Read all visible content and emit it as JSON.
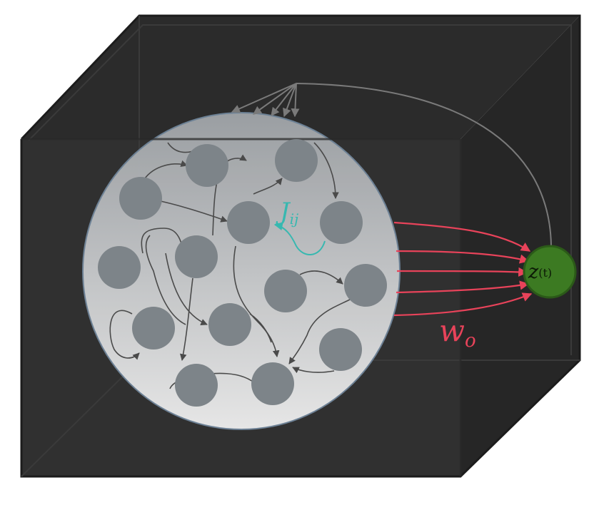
{
  "diagram": {
    "recurrent_weight_label": "J",
    "recurrent_weight_subscript": "ij",
    "output_weight_label": "w",
    "output_weight_subscript": "o",
    "output_unit_label": "z",
    "output_unit_argument": "(t)",
    "colors": {
      "box_front": "#303030",
      "box_edge": "#1f1f1f",
      "box_top": "#2b2b2b",
      "box_side": "#262626",
      "reservoir_top": "#9ea2a6",
      "reservoir_bottom": "#ececec",
      "reservoir_outline": "#6f8499",
      "neuron_fill": "#7d8489",
      "connection": "#4a4a4a",
      "feedback": "#7a7a7a",
      "recurrent_label": "#37b8b0",
      "output_weights": "#e8435a",
      "output_unit_fill": "#3c7a22",
      "output_unit_stroke": "#2b5a18"
    }
  }
}
